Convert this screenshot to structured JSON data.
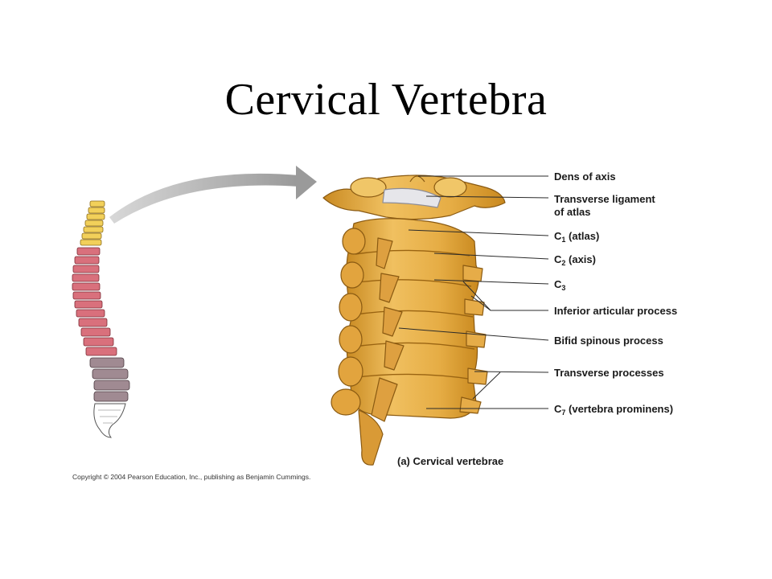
{
  "slide": {
    "title": "Cervical Vertebra"
  },
  "figure": {
    "caption": "(a) Cervical vertebrae",
    "copyright": "Copyright © 2004 Pearson Education, Inc., publishing as Benjamin Cummings.",
    "labels": {
      "dens_of_axis": "Dens of axis",
      "transverse_ligament_line1": "Transverse ligament",
      "transverse_ligament_line2": "of atlas",
      "c1_letter": "C",
      "c1_sub": "1",
      "c1_text": " (atlas)",
      "c2_letter": "C",
      "c2_sub": "2",
      "c2_text": " (axis)",
      "c3_letter": "C",
      "c3_sub": "3",
      "inferior_articular": "Inferior articular process",
      "bifid_spinous": "Bifid spinous process",
      "transverse_processes": "Transverse processes",
      "c7_letter": "C",
      "c7_sub": "7",
      "c7_text": " (vertebra prominens)"
    },
    "colors": {
      "bone": "#e8b24a",
      "bone_shadow": "#c98a22",
      "spine_cervical": "#f2d05a",
      "spine_thoracic": "#d9707c",
      "spine_lumbar": "#a08a92",
      "arrow": "#a9a9a9"
    }
  }
}
